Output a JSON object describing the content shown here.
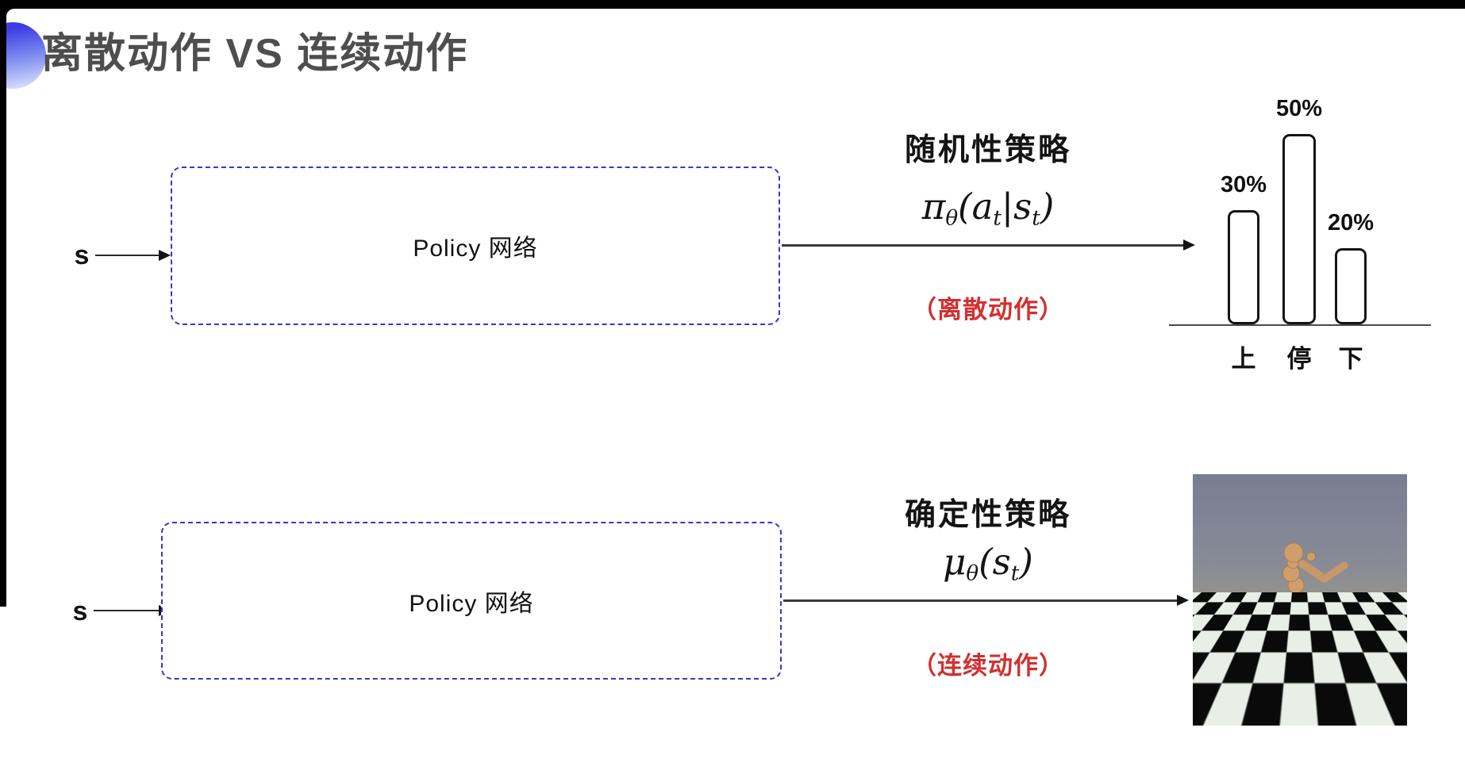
{
  "window": {
    "background": "#000000",
    "slide_background": "#ffffff"
  },
  "title": {
    "text": "离散动作 VS 连续动作"
  },
  "colors": {
    "title_gray": "#4e4e4e",
    "box_border_blue": "#3734d2",
    "accent_red": "#d23030",
    "ink": "#141414",
    "bullet_top": "#3c3ce4",
    "bullet_bottom": "#d9e0fb"
  },
  "top_flow": {
    "input_label": "s",
    "box_label": "Policy 网络",
    "policy_type": "随机性策略",
    "formula": {
      "sym": "π",
      "sym_sub": "θ",
      "p1": "(a",
      "p1_sub": "t",
      "p2": "|s",
      "p2_sub": "t",
      "close": ")"
    },
    "action_note": "（离散动作）"
  },
  "bottom_flow": {
    "input_label": "s",
    "box_label": "Policy 网络",
    "policy_type": "确定性策略",
    "formula": {
      "sym": "μ",
      "sym_sub": "θ",
      "p1": "(s",
      "p1_sub": "t",
      "close": ")"
    },
    "action_note": "（连续动作）"
  },
  "chart_data": {
    "type": "bar",
    "categories": [
      "上",
      "停",
      "下"
    ],
    "values": [
      30,
      50,
      20
    ],
    "value_labels": [
      "30%",
      "50%",
      "20%"
    ],
    "title": "",
    "xlabel": "",
    "ylabel": "",
    "ylim": [
      0,
      55
    ],
    "grid": false,
    "legend": false,
    "bar_fill": "#ffffff",
    "bar_outline": "#151515"
  },
  "robot_scene": {
    "sky_top": "#787d92",
    "horizon": "#93928c",
    "tile_light": "#e9efe6",
    "tile_dark": "#0a0a0a",
    "body_color": "#cf9e6c"
  }
}
